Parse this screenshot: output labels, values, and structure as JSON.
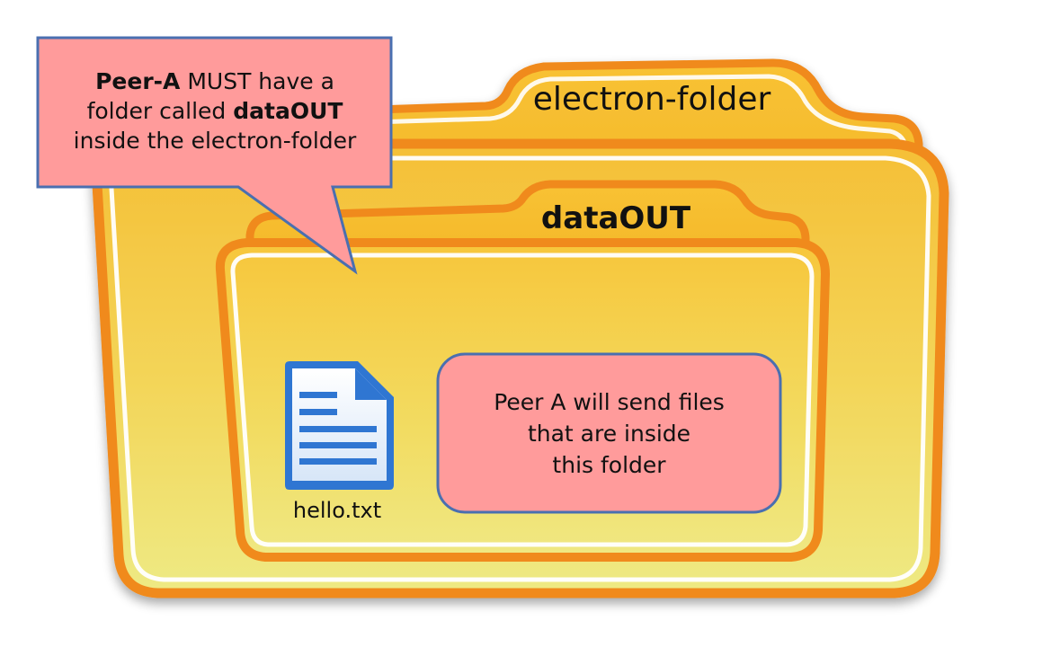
{
  "outer_folder": {
    "label": "electron-folder"
  },
  "inner_folder": {
    "label": "dataOUT"
  },
  "callout": {
    "part1": "Peer-A",
    "part2": " MUST have a",
    "part3": "folder called ",
    "part4": "dataOUT",
    "part5": "inside the electron-folder"
  },
  "file": {
    "name": "hello.txt",
    "icon": "text-document-icon"
  },
  "note": {
    "line1": "Peer A will send files",
    "line2": "that are inside",
    "line3": "this folder"
  },
  "colors": {
    "folder_orange": "#f08a1c",
    "folder_yellow": "#f7c93e",
    "folder_light": "#f1ea86",
    "callout_fill": "#ff9b9b",
    "callout_border": "#4a6fb0",
    "document_blue": "#2f76d2"
  }
}
